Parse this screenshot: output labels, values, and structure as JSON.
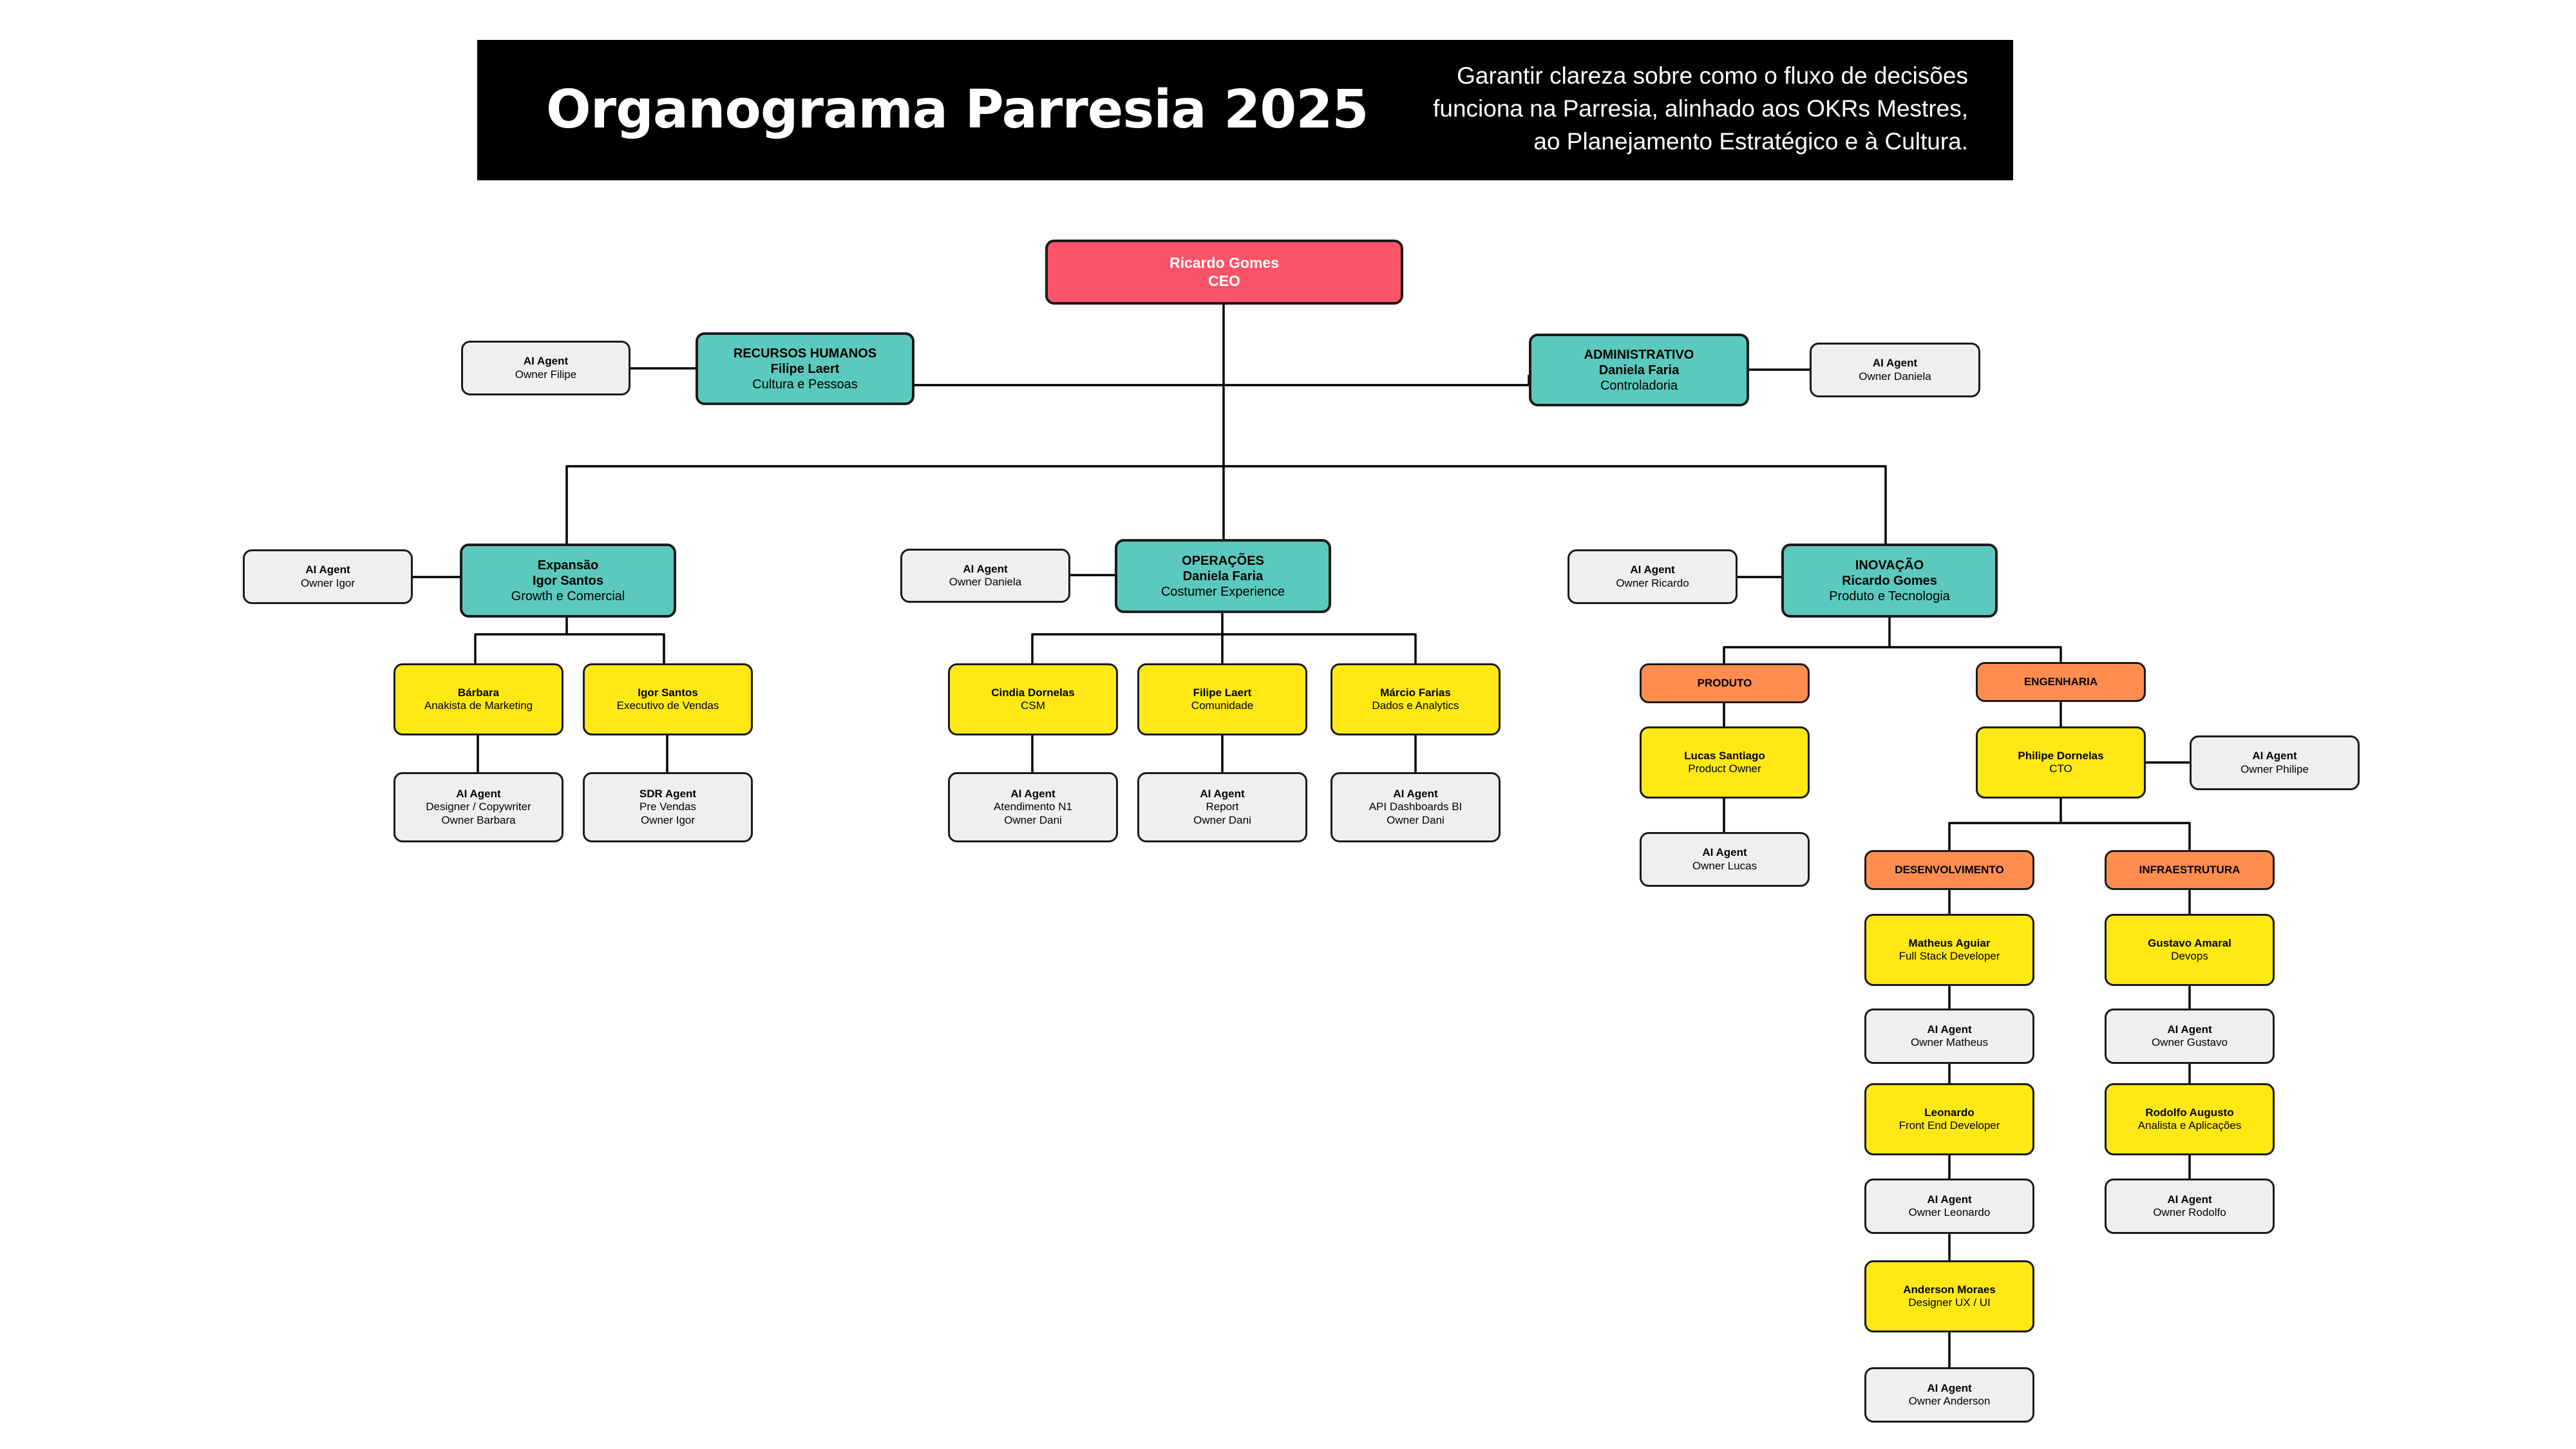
{
  "header": {
    "title": "Organograma Parresia 2025",
    "subtitle_lines": [
      "Garantir clareza sobre como o fluxo de decisões",
      "funciona na Parresia, alinhado aos OKRs Mestres,",
      "ao Planejamento Estratégico e à Cultura."
    ]
  },
  "colors": {
    "banner": "#000000",
    "ceo": "#fb5468",
    "area": "#5bc9bd",
    "person": "#ffe814",
    "team": "#ff8d4f",
    "agent": "#efefef"
  },
  "org": {
    "ceo": [
      "Ricardo Gomes",
      "CEO"
    ],
    "rh": [
      "RECURSOS HUMANOS",
      "Filipe Laert",
      "Cultura e Pessoas"
    ],
    "rh_agent": [
      "AI Agent",
      "Owner Filipe"
    ],
    "adm": [
      "ADMINISTRATIVO",
      "Daniela Faria",
      "Controladoria"
    ],
    "adm_agent": [
      "AI Agent",
      "Owner Daniela"
    ],
    "exp": [
      "Expansão",
      "Igor Santos",
      "Growth e Comercial"
    ],
    "exp_agent": [
      "AI Agent",
      "Owner Igor"
    ],
    "barbara": [
      "Bárbara",
      "Anakista de Marketing"
    ],
    "barbara_agent": [
      "AI Agent",
      "Designer / Copywriter",
      "Owner Barbara"
    ],
    "igor": [
      "Igor Santos",
      "Executivo de Vendas"
    ],
    "igor_agent": [
      "SDR Agent",
      "Pre Vendas",
      "Owner Igor"
    ],
    "ops": [
      "OPERAÇÕES",
      "Daniela Faria",
      "Costumer Experience"
    ],
    "ops_agent": [
      "AI Agent",
      "Owner Daniela"
    ],
    "cindia": [
      "Cindia Dornelas",
      "CSM"
    ],
    "cindia_agent": [
      "AI Agent",
      "Atendimento N1",
      "Owner Dani"
    ],
    "filipe": [
      "Filipe Laert",
      "Comunidade"
    ],
    "filipe_agent": [
      "AI Agent",
      "Report",
      "Owner Dani"
    ],
    "marcio": [
      "Márcio Farias",
      "Dados e Analytics"
    ],
    "marcio_agent": [
      "AI Agent",
      "API Dashboards BI",
      "Owner Dani"
    ],
    "inov": [
      "INOVAÇÃO",
      "Ricardo Gomes",
      "Produto e Tecnologia"
    ],
    "inov_agent": [
      "AI Agent",
      "Owner Ricardo"
    ],
    "produto": [
      "PRODUTO"
    ],
    "lucas": [
      "Lucas Santiago",
      "Product Owner"
    ],
    "lucas_agent": [
      "AI Agent",
      "Owner Lucas"
    ],
    "eng": [
      "ENGENHARIA"
    ],
    "philipe": [
      "Philipe Dornelas",
      "CTO"
    ],
    "philipe_agent": [
      "AI Agent",
      "Owner Philipe"
    ],
    "dev": [
      "DESENVOLVIMENTO"
    ],
    "matheus": [
      "Matheus Aguiar",
      "Full Stack Developer"
    ],
    "matheus_agent": [
      "AI Agent",
      "Owner Matheus"
    ],
    "leonardo": [
      "Leonardo",
      "Front End Developer"
    ],
    "leonardo_agent": [
      "AI Agent",
      "Owner Leonardo"
    ],
    "anderson": [
      "Anderson Moraes",
      "Designer UX / UI"
    ],
    "anderson_agent": [
      "AI Agent",
      "Owner Anderson"
    ],
    "infra": [
      "INFRAESTRUTURA"
    ],
    "gustavo": [
      "Gustavo Amaral",
      "Devops"
    ],
    "gustavo_agent": [
      "AI Agent",
      "Owner Gustavo"
    ],
    "rodolfo": [
      "Rodolfo Augusto",
      "Analista e Aplicações"
    ],
    "rodolfo_agent": [
      "AI Agent",
      "Owner Rodolfo"
    ]
  }
}
